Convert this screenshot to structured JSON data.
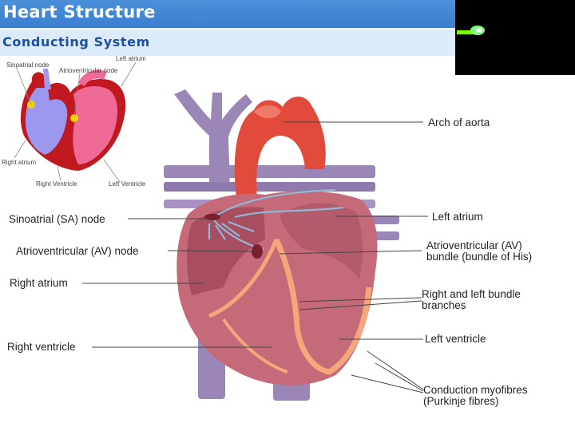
{
  "header": {
    "title": "Heart Structure",
    "subtitle": "Conducting System"
  },
  "inset": {
    "labels": {
      "sinoatrial": "Sinoatrial node",
      "left_atrium": "Left atrium",
      "atrioventricular": "Atrioventricular node",
      "right_atrium": "Right atrium",
      "right_ventricle": "Right Ventricle",
      "left_ventricle": "Left Ventricle"
    }
  },
  "diagram": {
    "labels": {
      "arch_of_aorta": "Arch of aorta",
      "left_atrium": "Left atrium",
      "sa_node": "Sinoatrial (SA) node",
      "av_node": "Atrioventricular (AV) node",
      "av_bundle_1": "Atrioventricular (AV)",
      "av_bundle_2": "bundle (bundle of His)",
      "right_atrium": "Right atrium",
      "bundle_branches_1": "Right and left bundle",
      "bundle_branches_2": "branches",
      "left_ventricle": "Left ventricle",
      "right_ventricle": "Right ventricle",
      "purkinje_1": "Conduction myofibres",
      "purkinje_2": "(Purkinje fibres)"
    }
  },
  "colors": {
    "title_bar": "#3b7fcf",
    "subtitle_bar": "#dcebfa",
    "subtitle_text": "#1f4fa0",
    "vessel_purple": "#9b86b8",
    "aorta_red": "#e24a3c",
    "heart_pink": "#c46a78"
  }
}
